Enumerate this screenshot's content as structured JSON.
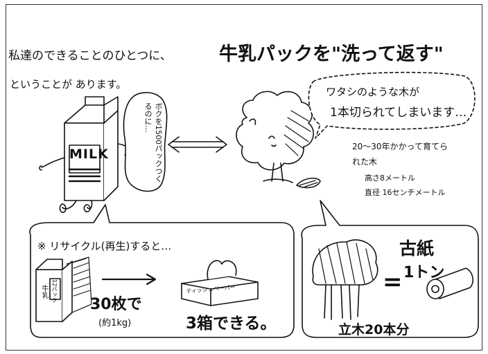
{
  "intro": {
    "line1_prefix": "私達のできることのひとつに、",
    "line1_emphasis": "牛乳パックを\"洗って返す\"",
    "line2": "ということが あります。"
  },
  "carton": {
    "label": "MILK"
  },
  "boy_bubble": {
    "text": "ボクを1500パックつくるのに…"
  },
  "tree_bubble": {
    "line1": "ワタシのような木が",
    "line2": "1本切られてしまいます…"
  },
  "tree_info": {
    "line1": "20〜30年かかって育てら",
    "line2": "れた木",
    "height": "高さ8メートル",
    "diameter": "直径 16センチメートル"
  },
  "recycle_panel": {
    "heading": "※ リサイクル(再生)すると…",
    "carton_mini_label_1": "牛乳",
    "carton_mini_label_2": "12パック",
    "count": "30枚で",
    "weight": "(約1kg)",
    "tissue_label": "ティッシュペーパー",
    "result": "3箱できる。"
  },
  "paper_panel": {
    "title": "古紙",
    "ton": "1トン",
    "equals": "=",
    "trees": "立木20本分"
  }
}
